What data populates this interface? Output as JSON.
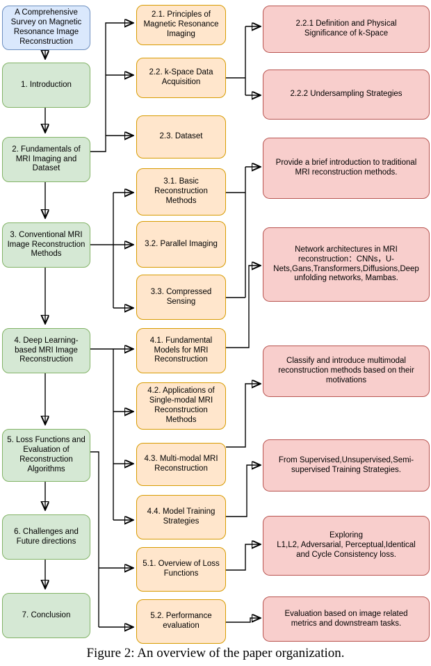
{
  "figure": {
    "caption": "Figure 2: An overview of the paper organization."
  },
  "colors": {
    "blue_fill": "#dae8fc",
    "blue_stroke": "#6c8ebf",
    "green_fill": "#d5e8d4",
    "green_stroke": "#82b366",
    "orange_fill": "#ffe6cc",
    "orange_stroke": "#d79b00",
    "pink_fill": "#f8cecc",
    "pink_stroke": "#b85450",
    "connector": "#000000"
  },
  "left_column": {
    "title": "A Comprehensive\nSurvey on Magnetic\nResonance Image\nReconstruction",
    "sections": [
      {
        "id": "1",
        "label": "1. Introduction"
      },
      {
        "id": "2",
        "label": "2. Fundamentals of\nMRI Imaging and\nDataset"
      },
      {
        "id": "3",
        "label": "3. Conventional MRI\nImage Reconstruction\nMethods"
      },
      {
        "id": "4",
        "label": "4. Deep Learning-\nbased MRI Image\nReconstruction"
      },
      {
        "id": "5",
        "label": "5. Loss Functions and\nEvaluation of\nReconstruction\nAlgorithms"
      },
      {
        "id": "6",
        "label": "6. Challenges and\nFuture directions"
      },
      {
        "id": "7",
        "label": "7. Conclusion"
      }
    ]
  },
  "middle_column": {
    "subsections": [
      {
        "id": "2.1",
        "label": "2.1. Principles of\nMagnetic Resonance\nImaging"
      },
      {
        "id": "2.2",
        "label": "2.2. k-Space Data\nAcquisition"
      },
      {
        "id": "2.3",
        "label": "2.3. Dataset"
      },
      {
        "id": "3.1",
        "label": "3.1. Basic\nReconstruction\nMethods"
      },
      {
        "id": "3.2",
        "label": "3.2. Parallel Imaging"
      },
      {
        "id": "3.3",
        "label": "3.3. Compressed\nSensing"
      },
      {
        "id": "4.1",
        "label": "4.1. Fundamental\nModels for MRI\nReconstruction"
      },
      {
        "id": "4.2",
        "label": "4.2. Applications of\nSingle-modal MRI\nReconstruction\nMethods"
      },
      {
        "id": "4.3",
        "label": "4.3. Multi-modal MRI\nReconstruction"
      },
      {
        "id": "4.4",
        "label": "4.4. Model Training\nStrategies"
      },
      {
        "id": "5.1",
        "label": "5.1. Overview of Loss\nFunctions"
      },
      {
        "id": "5.2",
        "label": "5.2. Performance\nevaluation"
      }
    ]
  },
  "right_column": {
    "notes": [
      {
        "id": "2.2.1",
        "label": "2.2.1 Definition and Physical\nSignificance of k-Space"
      },
      {
        "id": "2.2.2",
        "label": "2.2.2 Undersampling Strategies"
      },
      {
        "id": "note-traditional",
        "label": "Provide a brief introduction to traditional\nMRI reconstruction methods."
      },
      {
        "id": "note-architectures",
        "label": "Network architectures in MRI\nreconstruction：CNNs，U-\nNets,Gans,Transformers,Diffusions,Deep\nunfolding networks, Mambas."
      },
      {
        "id": "note-multimodal",
        "label": "Classify and introduce multimodal\nreconstruction methods based on their\nmotivations"
      },
      {
        "id": "note-training",
        "label": "From Supervised,Unsupervised,Semi-\nsupervised Training Strategies."
      },
      {
        "id": "note-loss",
        "label": "Exploring\nL1,L2, Adversarial, Perceptual,Identical\nand Cycle Consistency loss."
      },
      {
        "id": "note-evaluation",
        "label": "Evaluation based on image related\nmetrics and downstream tasks."
      }
    ]
  },
  "edges": [
    {
      "from": "title",
      "to": "1"
    },
    {
      "from": "1",
      "to": "2"
    },
    {
      "from": "2",
      "to": "3"
    },
    {
      "from": "3",
      "to": "4"
    },
    {
      "from": "4",
      "to": "5"
    },
    {
      "from": "5",
      "to": "6"
    },
    {
      "from": "6",
      "to": "7"
    },
    {
      "from": "2",
      "to": "2.1"
    },
    {
      "from": "2",
      "to": "2.2"
    },
    {
      "from": "2",
      "to": "2.3"
    },
    {
      "from": "3",
      "to": "3.1"
    },
    {
      "from": "3",
      "to": "3.2"
    },
    {
      "from": "3",
      "to": "3.3"
    },
    {
      "from": "4",
      "to": "4.1"
    },
    {
      "from": "4",
      "to": "4.2"
    },
    {
      "from": "4",
      "to": "4.3"
    },
    {
      "from": "4",
      "to": "4.4"
    },
    {
      "from": "5",
      "to": "5.1"
    },
    {
      "from": "5",
      "to": "5.2"
    },
    {
      "from": "2.2",
      "to": "2.2.1"
    },
    {
      "from": "2.2",
      "to": "2.2.2"
    },
    {
      "from": "3.1",
      "to": "note-traditional"
    },
    {
      "from": "3.3",
      "to": "note-traditional"
    },
    {
      "from": "4.1",
      "to": "note-architectures"
    },
    {
      "from": "4.3",
      "to": "note-multimodal"
    },
    {
      "from": "4.4",
      "to": "note-training"
    },
    {
      "from": "5.1",
      "to": "note-loss"
    },
    {
      "from": "5.2",
      "to": "note-evaluation"
    }
  ]
}
